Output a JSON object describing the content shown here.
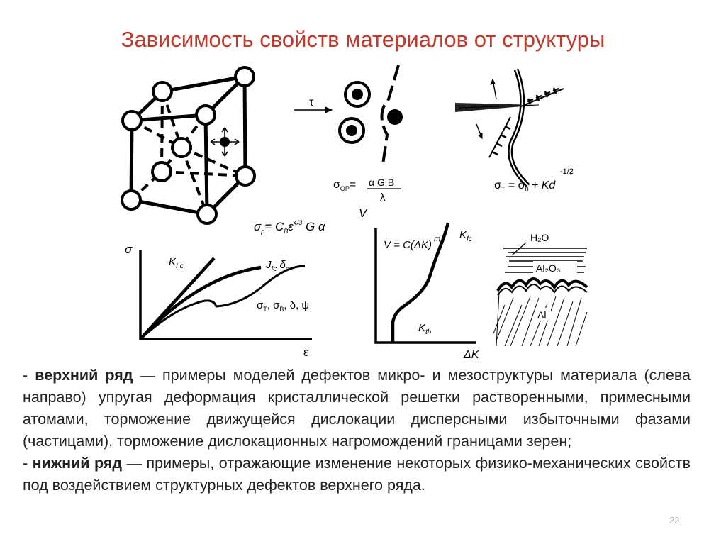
{
  "title": "Зависимость свойств материалов от структуры",
  "figure": {
    "tau": "τ",
    "sigma": "σ",
    "epsilon": "ε",
    "v_axis": "V",
    "delta_k": "ΔK",
    "eq_orowan": "σ_OP = αGB / λ",
    "eq_hall_petch": "σ_T = σ_0 + Kd^-1/2",
    "eq_solution": "σ_p = C_B ε^4/3 G α",
    "k1c": "K_Ic",
    "j1c": "J_Ic  δ_c",
    "props": "σ_T, σ_B, δ, ψ",
    "paris": "V = C(ΔK)^m",
    "kfc": "K_fc",
    "kth": "K_th",
    "h2o": "H₂O",
    "al2o3": "Al₂O₃",
    "al": "Al"
  },
  "paragraphs": [
    {
      "lead": "- ",
      "bold": "верхний ряд",
      "rest": " — примеры моделей дефектов микро- и мезоструктуры материала (слева направо) упругая деформация кристаллической решетки растворенными, примесными атомами, торможение движущейся дислокации дисперсными избыточными фазами (частицами), торможение дислокационных нагромождений границами зерен;"
    },
    {
      "lead": "- ",
      "bold": "нижний ряд",
      "rest": " — примеры, отражающие изменение некоторых физико-механических свойств под воздействием структурных дефектов верхнего ряда."
    }
  ],
  "page_number": "22"
}
